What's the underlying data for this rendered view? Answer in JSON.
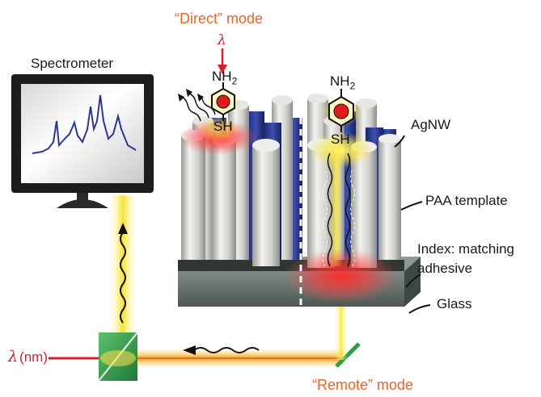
{
  "labels": {
    "direct_mode": "“Direct” mode",
    "remote_mode": "“Remote” mode",
    "spectrometer": "Spectrometer",
    "lambda_symbol": "λ",
    "lambda_unit": "(nm)",
    "agnw": "AgNW",
    "paa_template": "PAA template",
    "index_matching_line1": "Index: matching",
    "index_matching_line2": "adhesive",
    "glass": "Glass",
    "molecule_top_group": "NH",
    "molecule_top_subscript": "2",
    "molecule_bottom_group": "SH"
  },
  "colors": {
    "accent_orange": "#e8632a",
    "laser_red": "#d4202a",
    "nanowire_blue": "#2e3a8f",
    "nanowire_silver": "#d9d9d6",
    "beam_yellow": "#f5e23a",
    "glass_gray": "#6f7a75",
    "splitter_green": "#2f9a4a"
  },
  "icons": [
    "spectrometer-monitor-icon",
    "benzene-ring-icon",
    "wavy-light-arrow-icon",
    "beam-splitter-icon",
    "mirror-icon"
  ]
}
